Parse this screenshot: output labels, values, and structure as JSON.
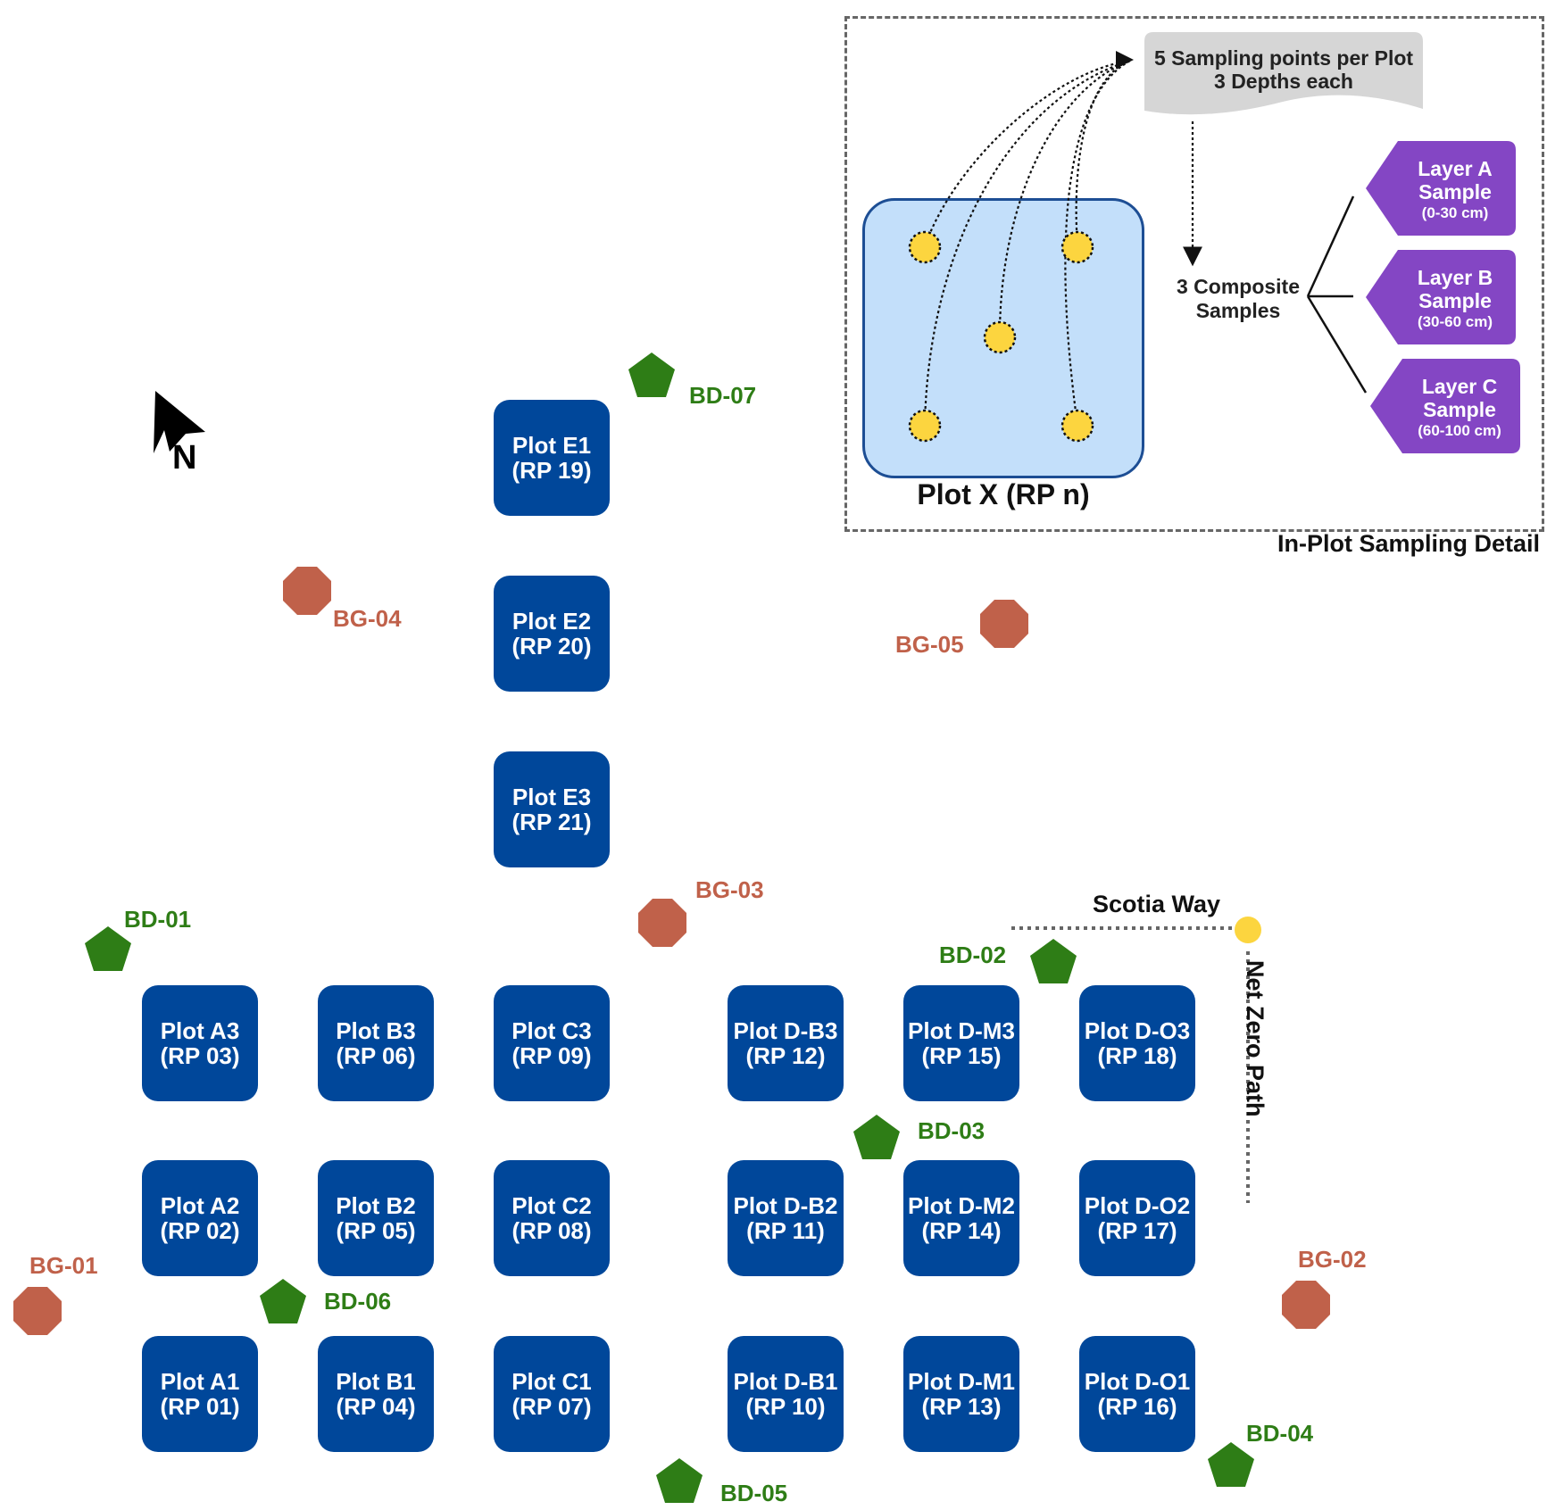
{
  "compass": {
    "label": "N"
  },
  "plots": [
    {
      "name": "Plot E1",
      "rp": "(RP 19)"
    },
    {
      "name": "Plot E2",
      "rp": "(RP 20)"
    },
    {
      "name": "Plot E3",
      "rp": "(RP 21)"
    },
    {
      "name": "Plot A3",
      "rp": "(RP 03)"
    },
    {
      "name": "Plot B3",
      "rp": "(RP 06)"
    },
    {
      "name": "Plot C3",
      "rp": "(RP 09)"
    },
    {
      "name": "Plot D-B3",
      "rp": "(RP 12)"
    },
    {
      "name": "Plot D-M3",
      "rp": "(RP 15)"
    },
    {
      "name": "Plot D-O3",
      "rp": "(RP 18)"
    },
    {
      "name": "Plot A2",
      "rp": "(RP 02)"
    },
    {
      "name": "Plot B2",
      "rp": "(RP 05)"
    },
    {
      "name": "Plot C2",
      "rp": "(RP 08)"
    },
    {
      "name": "Plot D-B2",
      "rp": "(RP 11)"
    },
    {
      "name": "Plot D-M2",
      "rp": "(RP 14)"
    },
    {
      "name": "Plot D-O2",
      "rp": "(RP 17)"
    },
    {
      "name": "Plot A1",
      "rp": "(RP 01)"
    },
    {
      "name": "Plot B1",
      "rp": "(RP 04)"
    },
    {
      "name": "Plot C1",
      "rp": "(RP 07)"
    },
    {
      "name": "Plot D-B1",
      "rp": "(RP 10)"
    },
    {
      "name": "Plot D-M1",
      "rp": "(RP 13)"
    },
    {
      "name": "Plot D-O1",
      "rp": "(RP 16)"
    }
  ],
  "bd_markers": [
    "BD-07",
    "BD-01",
    "BD-02",
    "BD-03",
    "BD-06",
    "BD-05",
    "BD-04"
  ],
  "bg_markers": [
    "BG-04",
    "BG-05",
    "BG-03",
    "BG-01",
    "BG-02"
  ],
  "roads": {
    "scotia_way": "Scotia Way",
    "net_zero_path": "Net Zero Path"
  },
  "inset": {
    "title": "In-Plot Sampling Detail",
    "callout_line1": "5 Sampling points per Plot",
    "callout_line2": "3 Depths each",
    "plot_label": "Plot X (RP n)",
    "composite_line1": "3 Composite",
    "composite_line2": "Samples",
    "layers": [
      {
        "line1": "Layer A",
        "line2": "Sample",
        "depth": "(0-30 cm)"
      },
      {
        "line1": "Layer B",
        "line2": "Sample",
        "depth": "(30-60 cm)"
      },
      {
        "line1": "Layer C",
        "line2": "Sample",
        "depth": "(60-100 cm)"
      }
    ]
  },
  "colors": {
    "plot": "#00479a",
    "bd_marker": "#2e7d16",
    "bg_marker": "#c0614a",
    "sampling_point": "#fcd53f",
    "layer": "#8446c4",
    "plot_detail_fill": "#c3dffa"
  }
}
